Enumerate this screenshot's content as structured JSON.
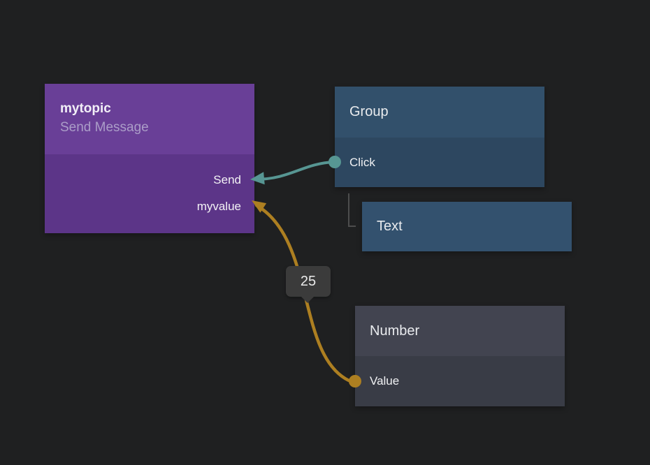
{
  "editor": {
    "background_color": "#1f2021",
    "tooltip_color": "#3b3b3b",
    "tree_connector_color": "#4d4d4d"
  },
  "nodes": [
    {
      "id": "mytopic",
      "title": "mytopic",
      "subtitle": "Send Message",
      "colors": {
        "header": "#693f97",
        "body": "#5c3588"
      },
      "inputs": [
        {
          "name": "Send"
        },
        {
          "name": "myvalue"
        }
      ]
    },
    {
      "id": "group",
      "title": "Group",
      "colors": {
        "header": "#32506b",
        "body": "#2d4760"
      },
      "outputs": [
        {
          "name": "Click"
        }
      ]
    },
    {
      "id": "text",
      "title": "Text",
      "colors": {
        "body": "#33516e"
      },
      "child_of": "group"
    },
    {
      "id": "number",
      "title": "Number",
      "colors": {
        "header": "#424450",
        "body": "#393c46"
      },
      "outputs": [
        {
          "name": "Value"
        }
      ]
    }
  ],
  "connections": [
    {
      "from": "Group.Click",
      "to": "mytopic.Send",
      "color": "#579693"
    },
    {
      "from": "Number.Value",
      "to": "mytopic.myvalue",
      "color": "#ad7f21",
      "value_label": "25"
    }
  ]
}
